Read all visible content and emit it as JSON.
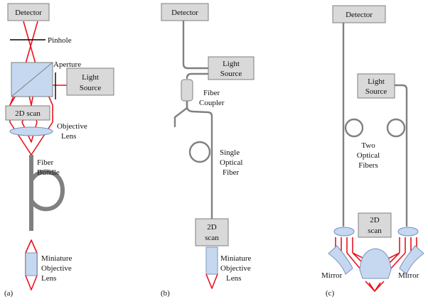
{
  "panel_a": {
    "caption": "(a)",
    "detector": "Detector",
    "pinhole": "Pinhole",
    "aperture": "Aperture",
    "light_source": [
      "Light",
      "Source"
    ],
    "scan": "2D scan",
    "objective_lens": [
      "Objective",
      "Lens"
    ],
    "fiber_bundle": [
      "Fiber",
      "Bundle"
    ],
    "miniature_lens": [
      "Miniature",
      "Objective",
      "Lens"
    ]
  },
  "panel_b": {
    "caption": "(b)",
    "detector": "Detector",
    "light_source": [
      "Light",
      "Source"
    ],
    "fiber_coupler": [
      "Fiber",
      "Coupler"
    ],
    "single_fiber": [
      "Single",
      "Optical",
      "Fiber"
    ],
    "scan": [
      "2D",
      "scan"
    ],
    "miniature_lens": [
      "Miniature",
      "Objective",
      "Lens"
    ]
  },
  "panel_c": {
    "caption": "(c)",
    "detector": "Detector",
    "light_source": [
      "Light",
      "Source"
    ],
    "two_fibers": [
      "Two",
      "Optical",
      "Fibers"
    ],
    "scan": [
      "2D",
      "scan"
    ],
    "mirror_left": "Mirror",
    "mirror_right": "Mirror"
  }
}
